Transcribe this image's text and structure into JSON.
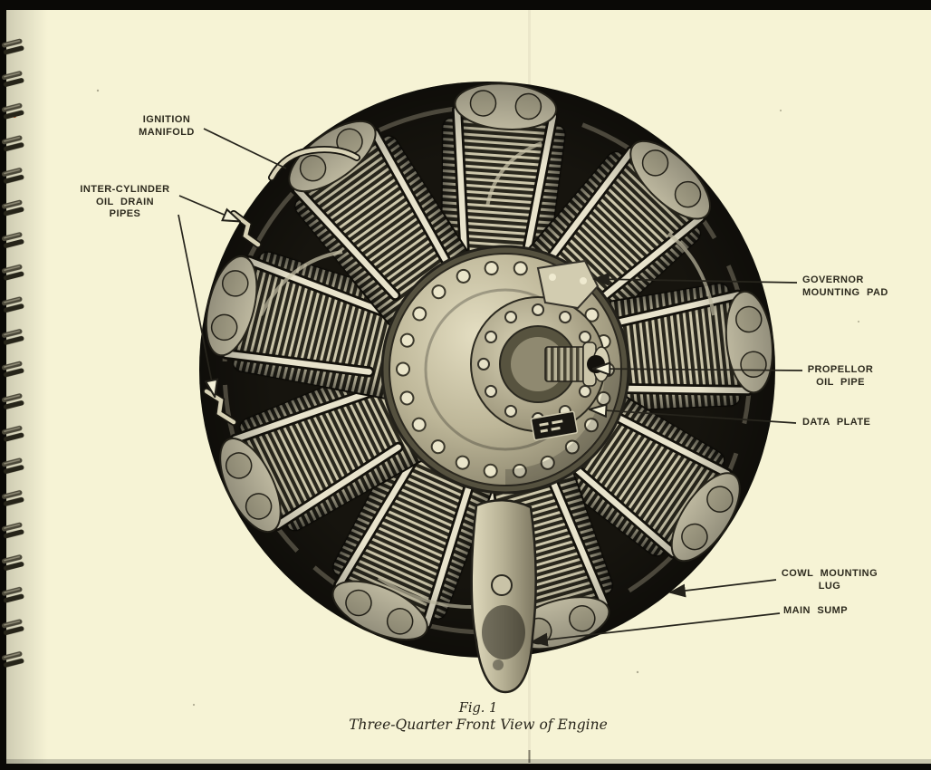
{
  "document": {
    "caption": {
      "figure_no": "Fig. 1",
      "title": "Three-Quarter Front View of Engine"
    }
  },
  "labels": [
    {
      "id": "ignition-manifold",
      "lines": [
        "IGNITION",
        "MANIFOLD"
      ]
    },
    {
      "id": "inter-cylinder-oil-drain-pipes",
      "lines": [
        "INTER-CYLINDER",
        "OIL DRAIN",
        "PIPES"
      ]
    },
    {
      "id": "governor-mounting-pad",
      "lines": [
        "GOVERNOR",
        "MOUNTING PAD"
      ]
    },
    {
      "id": "propellor-oil-pipe",
      "lines": [
        "PROPELLOR",
        "OIL PIPE"
      ]
    },
    {
      "id": "data-plate",
      "lines": [
        "DATA PLATE"
      ]
    },
    {
      "id": "cowl-mounting-lug",
      "lines": [
        "COWL MOUNTING",
        "LUG"
      ]
    },
    {
      "id": "main-sump",
      "lines": [
        "MAIN SUMP"
      ]
    }
  ],
  "colors": {
    "page": "#f6f3d5",
    "label_ink": "#2d2a1e",
    "photo_background": "#16140e",
    "binding_black": "#0a0906"
  }
}
